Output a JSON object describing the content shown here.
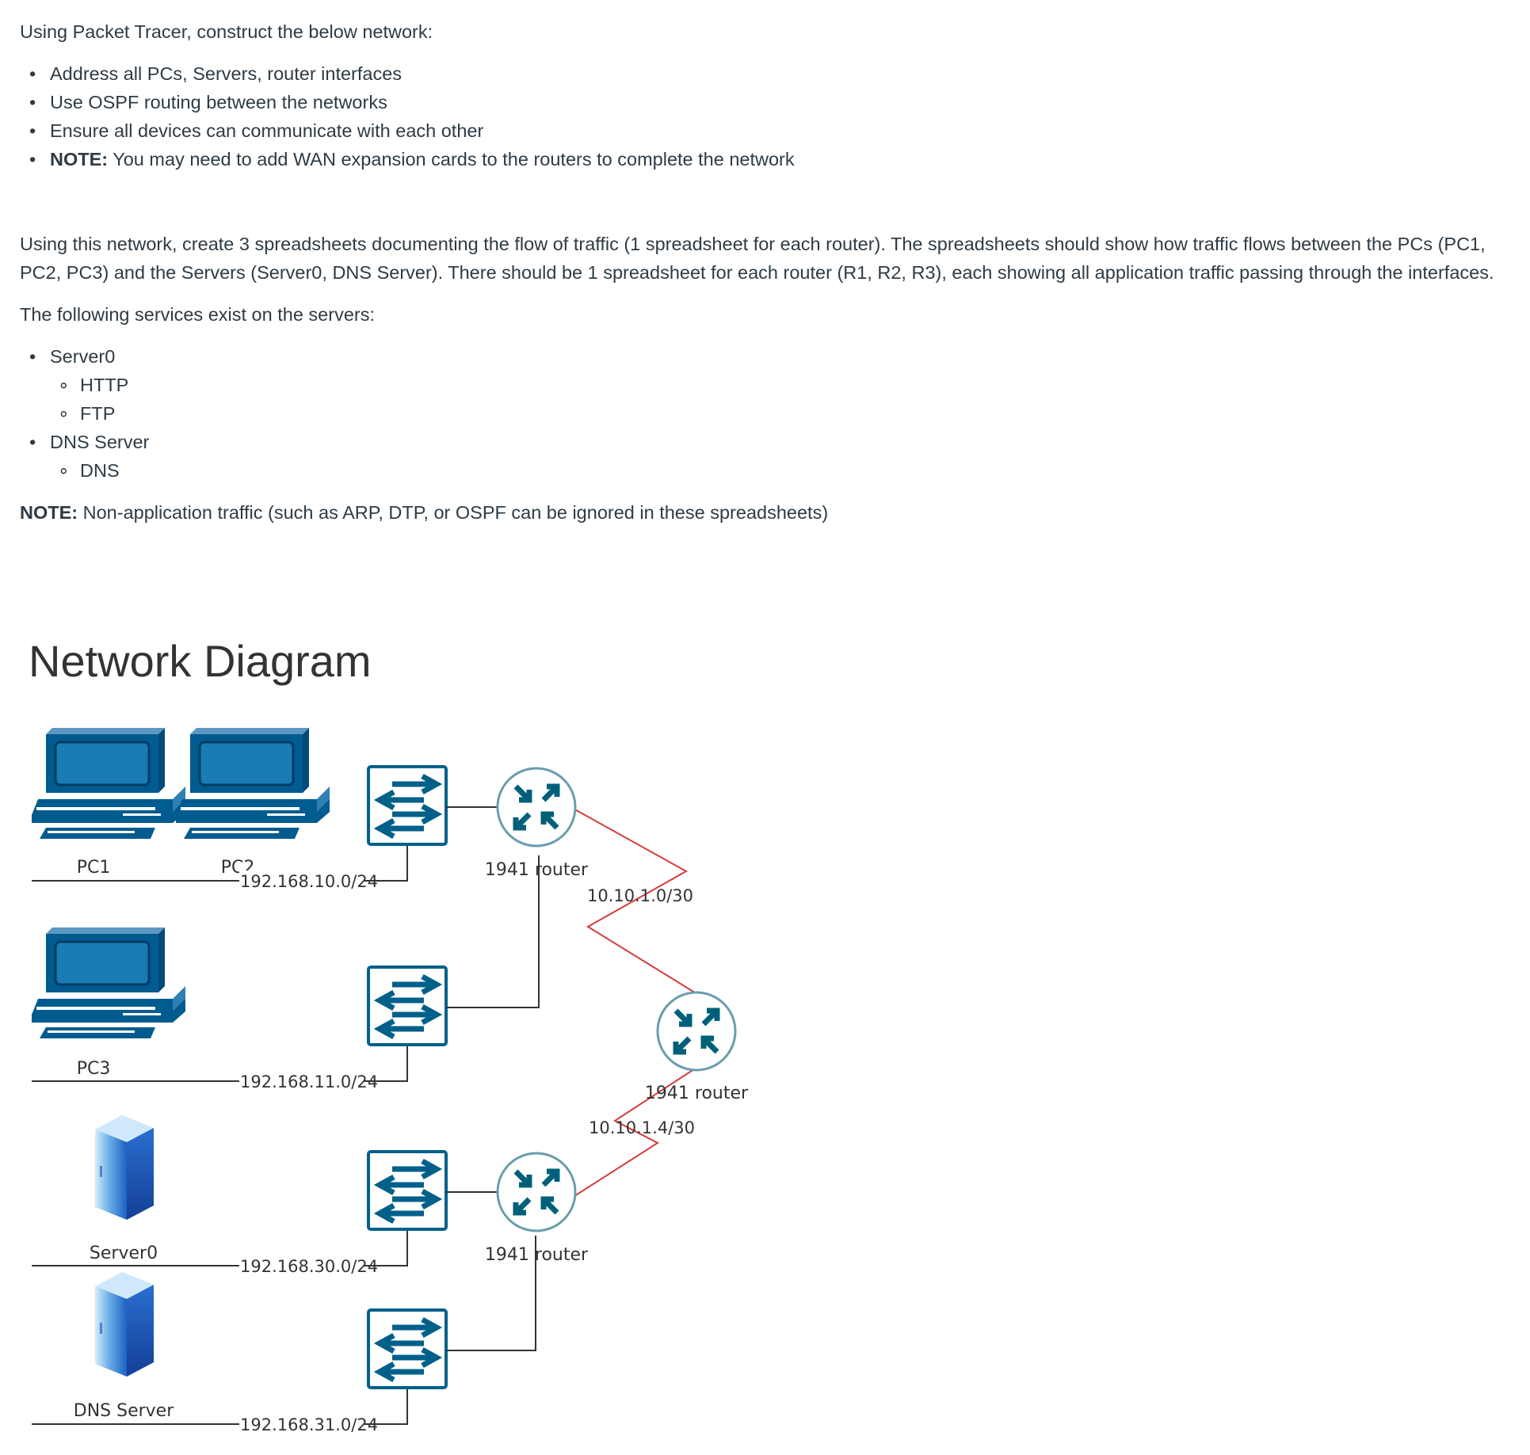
{
  "intro": {
    "heading": "Using Packet Tracer, construct the below network:",
    "tasks": [
      {
        "text": "Address all PCs, Servers, router interfaces"
      },
      {
        "text": "Use OSPF routing between the networks"
      },
      {
        "text": "Ensure all devices can communicate with each other"
      },
      {
        "bold": "NOTE:",
        "text": " You may need to add WAN expansion cards to the routers to complete the network"
      }
    ]
  },
  "spreadsheet_paragraph": "Using this network, create 3 spreadsheets documenting the flow of traffic (1 spreadsheet for each router). The spreadsheets should show how traffic flows between the PCs (PC1, PC2, PC3) and the Servers (Server0, DNS Server). There should be 1 spreadsheet for each router (R1, R2, R3), each showing all application traffic passing through the interfaces.",
  "services": {
    "heading": "The following services exist on the servers:",
    "servers": [
      {
        "name": "Server0",
        "services": [
          "HTTP",
          "FTP"
        ]
      },
      {
        "name": "DNS Server",
        "services": [
          "DNS"
        ]
      }
    ]
  },
  "final_note": {
    "bold": "NOTE:",
    "text": " Non-application traffic (such as ARP, DTP, or OSPF can be ignored in these spreadsheets)"
  },
  "diagram": {
    "title": "Network Diagram",
    "hosts": {
      "pc1": "PC1",
      "pc2": "PC2",
      "pc3": "PC3",
      "server0": "Server0",
      "dns": "DNS Server"
    },
    "networks": {
      "lan1": "192.168.10.0/24",
      "lan2": "192.168.11.0/24",
      "lan3": "192.168.30.0/24",
      "lan4": "192.168.31.0/24",
      "wan1": "10.10.1.0/30",
      "wan2": "10.10.1.4/30"
    },
    "routers": {
      "r1": "1941 router",
      "r2": "1941 router",
      "r3": "1941 router"
    },
    "colors": {
      "device_blue": "#005b8f",
      "router_icon": "#00607a",
      "serial_link": "#d63b3b",
      "ethernet_link": "#333333"
    }
  }
}
